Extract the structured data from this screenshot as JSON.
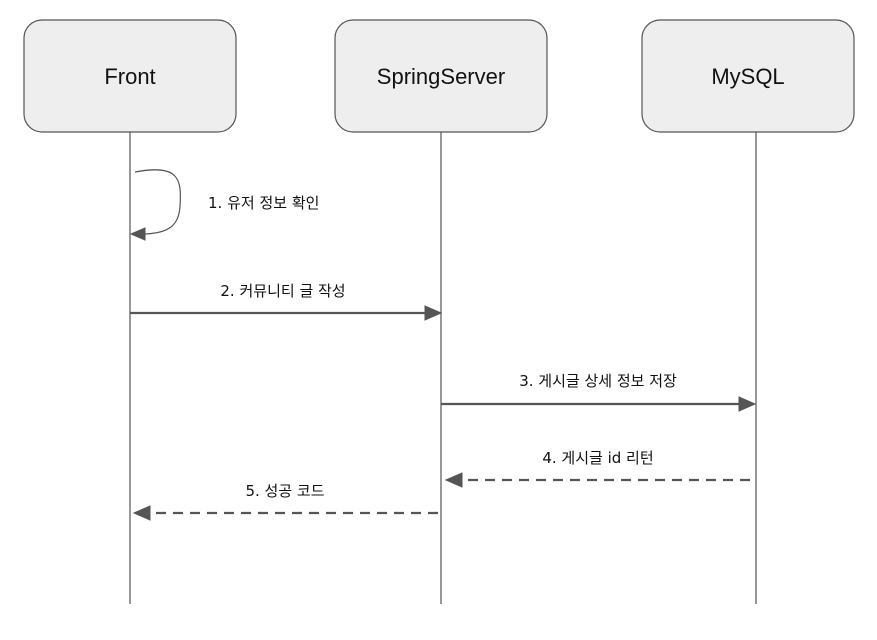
{
  "participants": [
    {
      "id": "front",
      "label": "Front"
    },
    {
      "id": "spring",
      "label": "SpringServer"
    },
    {
      "id": "mysql",
      "label": "MySQL"
    }
  ],
  "messages": [
    {
      "number": 1,
      "label": "1. 유저 정보 확인",
      "from": "front",
      "to": "front",
      "style": "solid"
    },
    {
      "number": 2,
      "label": "2. 커뮤니티 글 작성",
      "from": "front",
      "to": "spring",
      "style": "solid"
    },
    {
      "number": 3,
      "label": "3. 게시글 상세 정보 저장",
      "from": "spring",
      "to": "mysql",
      "style": "solid"
    },
    {
      "number": 4,
      "label": "4. 게시글 id 리턴",
      "from": "mysql",
      "to": "spring",
      "style": "dashed"
    },
    {
      "number": 5,
      "label": "5. 성공 코드",
      "from": "spring",
      "to": "front",
      "style": "dashed"
    }
  ],
  "colors": {
    "box_fill": "#eeeeee",
    "stroke": "#555555",
    "text": "#111111"
  }
}
